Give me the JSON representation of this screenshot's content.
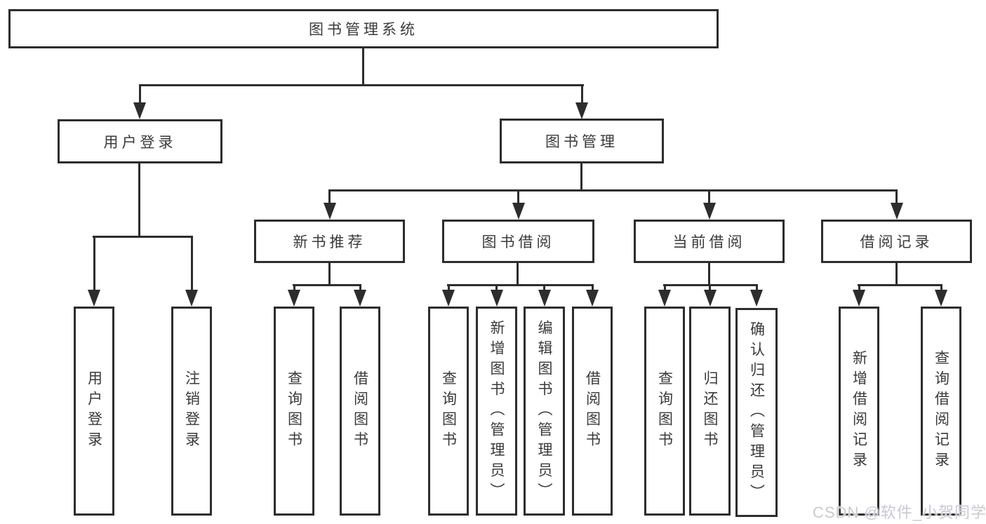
{
  "meta": {
    "line_color": "#2d2d2d",
    "text_color": "#3a3a3a",
    "background_color": "#ffffff",
    "watermark_color": "#c7cad1"
  },
  "watermark": "CSDN @软件_小贺同学",
  "tree": {
    "root": "图书管理系统",
    "user_login": {
      "label": "用户登录",
      "children": [
        "用户登录",
        "注销登录"
      ]
    },
    "book_management": {
      "label": "图书管理",
      "new_book_recommend": {
        "label": "新书推荐",
        "children": [
          "查询图书",
          "借阅图书"
        ]
      },
      "book_borrow": {
        "label": "图书借阅",
        "children": [
          "查询图书",
          "新增图书（管理员）",
          "编辑图书（管理员）",
          "借阅图书"
        ]
      },
      "current_borrow": {
        "label": "当前借阅",
        "children": [
          "查询图书",
          "归还图书",
          "确认归还（管理员）"
        ]
      },
      "borrow_records": {
        "label": "借阅记录",
        "children": [
          "新增借阅记录",
          "查询借阅记录"
        ]
      }
    }
  }
}
